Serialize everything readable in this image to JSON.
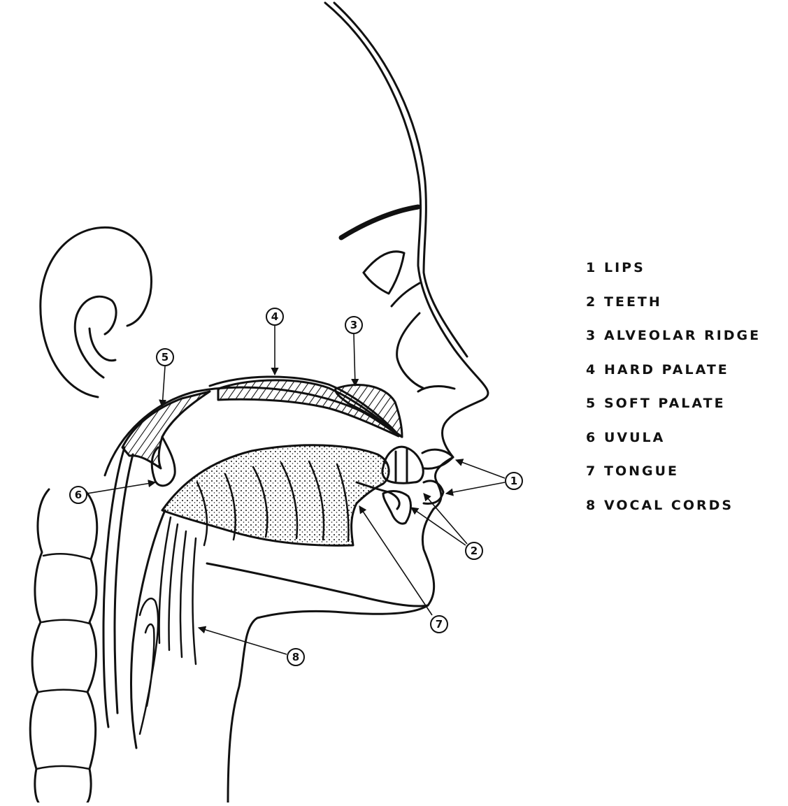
{
  "legend": {
    "items": [
      {
        "number": "1",
        "label": "LIPS"
      },
      {
        "number": "2",
        "label": "TEETH"
      },
      {
        "number": "3",
        "label": "ALVEOLAR RIDGE"
      },
      {
        "number": "4",
        "label": "HARD PALATE"
      },
      {
        "number": "5",
        "label": "SOFT PALATE"
      },
      {
        "number": "6",
        "label": "UVULA"
      },
      {
        "number": "7",
        "label": "TONGUE"
      },
      {
        "number": "8",
        "label": "VOCAL CORDS"
      }
    ]
  },
  "callouts": {
    "lips": "1",
    "teeth": "2",
    "alveolar_ridge": "3",
    "hard_palate": "4",
    "soft_palate": "5",
    "uvula": "6",
    "tongue": "7",
    "vocal_cords": "8"
  },
  "colors": {
    "ink": "#111111",
    "paper": "#ffffff"
  }
}
